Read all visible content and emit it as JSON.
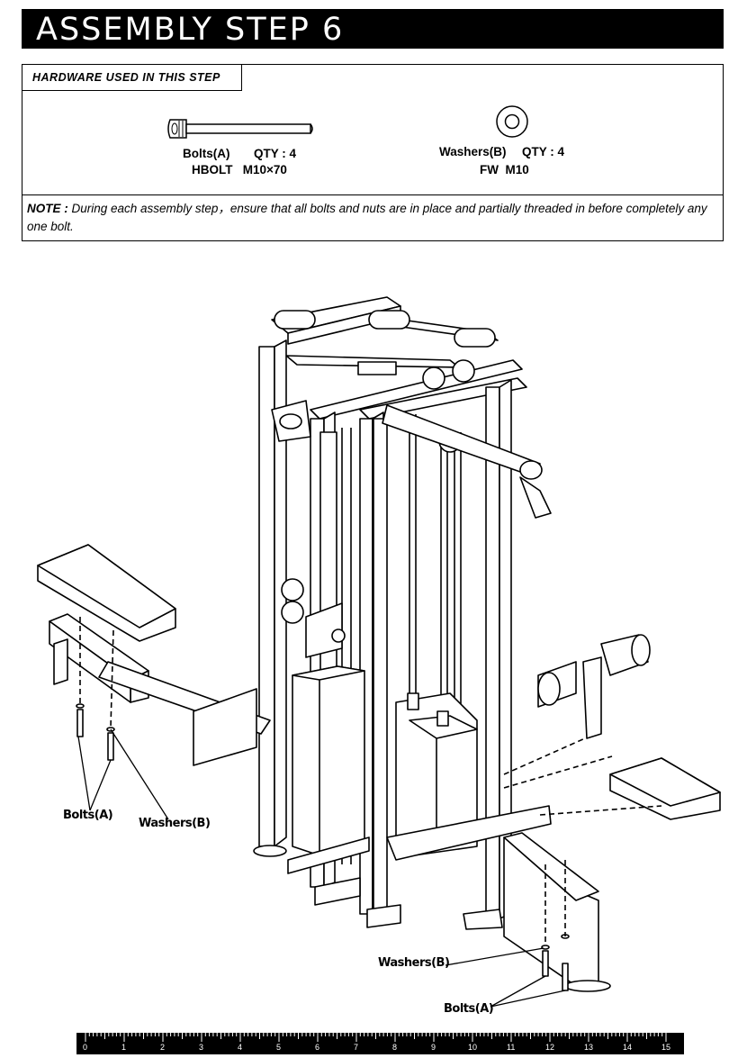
{
  "header": {
    "title": "ASSEMBLY STEP 6"
  },
  "hardware": {
    "label": "HARDWARE USED  IN  THIS  STEP",
    "bolt": {
      "name": "Bolts(A)",
      "qty": "QTY : 4",
      "spec": "HBOLT   M10×70"
    },
    "washer": {
      "name": "Washers(B)",
      "qty": "QTY : 4",
      "spec": "FW  M10"
    }
  },
  "note": {
    "prefix": "NOTE :",
    "text": " During each assembly step，ensure that all bolts and nuts are in place and partially threaded in before completely any one bolt."
  },
  "callouts": {
    "left_bolts": "Bolts(A)",
    "left_washers": "Washers(B)",
    "right_washers": "Washers(B)",
    "right_bolts": "Bolts(A)"
  },
  "ruler": {
    "ticks": [
      "0",
      "1",
      "2",
      "3",
      "4",
      "5",
      "6",
      "7",
      "8",
      "9",
      "10",
      "11",
      "12",
      "13",
      "14",
      "15"
    ]
  }
}
